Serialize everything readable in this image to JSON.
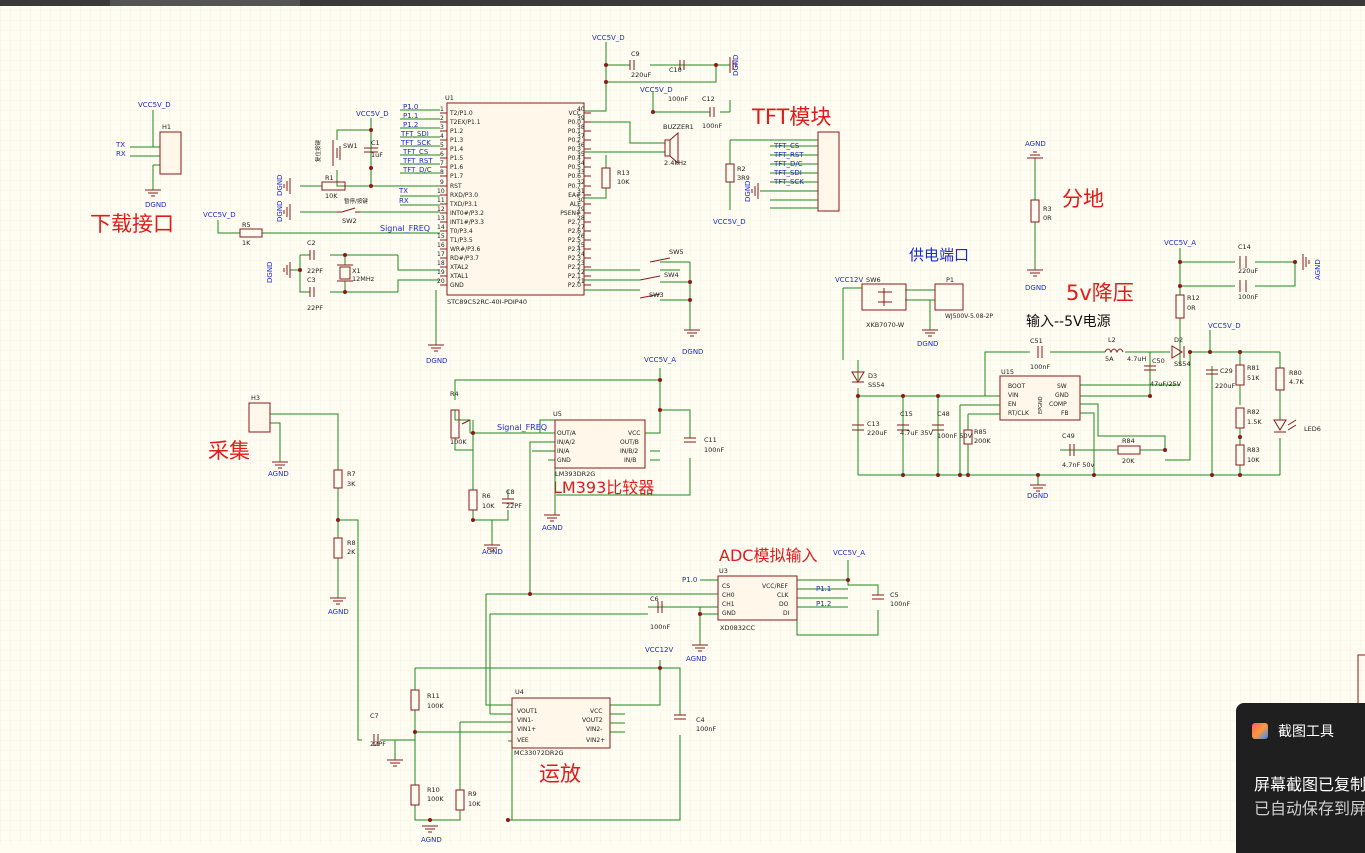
{
  "window": {
    "title": ""
  },
  "title_labels": {
    "download": "下载接口",
    "tft": "TFT模块",
    "ground": "分地",
    "power_port": "供电端口",
    "buck": "5v降压",
    "input": "输入--5V电源",
    "acquire": "采集",
    "lm393": "LM393比较器",
    "adc": "ADC模拟输入",
    "opamp": "运放"
  },
  "nets": {
    "vcc5d": "VCC5V_D",
    "vcc5a": "VCC5V_A",
    "vcc12": "VCC12V",
    "dgnd": "DGND",
    "agnd": "AGND",
    "tx": "TX",
    "rx": "RX",
    "signal_freq": "Signal_FREQ",
    "p10": "P1.0",
    "p11": "P1.1",
    "p12": "P1.2",
    "tft_sdi": "TFT_SDI",
    "tft_sck": "TFT_SCK",
    "tft_cs": "TFT_CS",
    "tft_rst": "TFT_RST",
    "tft_dc": "TFT_D/C"
  },
  "mcu": {
    "ref": "U1",
    "part": "STC89C52RC-40I-PDIP40",
    "left_pins": [
      "T2/P1.0",
      "T2EX/P1.1",
      "P1.2",
      "P1.3",
      "P1.4",
      "P1.5",
      "P1.6",
      "P1.7",
      "RST",
      "RXD/P3.0",
      "TXD/P3.1",
      "INT0#/P3.2",
      "INT1#/P3.3",
      "T0/P3.4",
      "T1/P3.5",
      "WR#/P3.6",
      "RD#/P3.7",
      "XTAL2",
      "XTAL1",
      "GND"
    ],
    "left_nums": [
      "1",
      "2",
      "3",
      "4",
      "5",
      "6",
      "7",
      "8",
      "9",
      "10",
      "11",
      "12",
      "13",
      "14",
      "15",
      "16",
      "17",
      "18",
      "19",
      "20"
    ],
    "right_pins": [
      "VCC",
      "P0.0",
      "P0.1",
      "P0.2",
      "P0.3",
      "P0.4",
      "P0.5",
      "P0.6",
      "P0.7",
      "EA#",
      "ALE",
      "PSEN#",
      "P2.7",
      "P2.6",
      "P2.5",
      "P2.4",
      "P2.3",
      "P2.2",
      "P2.1",
      "P2.0"
    ],
    "right_nums": [
      "40",
      "39",
      "38",
      "37",
      "36",
      "35",
      "34",
      "33",
      "32",
      "31",
      "30",
      "29",
      "28",
      "27",
      "26",
      "25",
      "24",
      "23",
      "22",
      "21"
    ]
  },
  "parts": {
    "h1": "H1",
    "h3": "H3",
    "sw1": "SW1",
    "sw1_label": "复位按键",
    "sw2": "SW2",
    "sw2_label": "暂停/按键",
    "c1": "C1",
    "c1v": "1uF",
    "r1": "R1",
    "r1v": "10K",
    "r5": "R5",
    "r5v": "1K",
    "c2": "C2",
    "c2v": "22PF",
    "c3": "C3",
    "c3v": "22PF",
    "x1": "X1",
    "x1v": "12MHz",
    "c9": "C9",
    "c9v": "220uF",
    "c10": "C10",
    "c10v": "100nF",
    "c12": "C12",
    "c12v": "100nF",
    "buzzer": "BUZZER1",
    "buzzer_v": "2.4kHz",
    "r13": "R13",
    "r13v": "10K",
    "sw3": "SW3",
    "sw4": "SW4",
    "sw5": "SW5",
    "r2": "R2",
    "r2v": "3R9",
    "r3": "R3",
    "r3v": "0R",
    "sw6": "SW6",
    "sw6v": "XKB7070-W",
    "p1": "P1",
    "p1v": "WJ500V-5.08-2P",
    "d3": "D3",
    "d3v": "SS54",
    "c13": "C13",
    "c13v": "220uF",
    "c15": "C15",
    "c15v": "4.7uF 35V",
    "c48": "C48",
    "c48v": "100nF 50V",
    "r85": "R85",
    "r85v": "200K",
    "u15": "U15",
    "c51": "C51",
    "c51v": "100nF",
    "l2": "L2",
    "l2a": "5A",
    "l2v": "4.7uH",
    "c50": "C50",
    "c50v": "47uF/25V",
    "d2": "D2",
    "d2v": "SS54",
    "c29": "C29",
    "c29v": "220uF",
    "r81": "R81",
    "r81v": "51K",
    "r82": "R82",
    "r82v": "1.5K",
    "r83": "R83",
    "r83v": "10K",
    "r80": "R80",
    "r80v": "4.7K",
    "led6": "LED6",
    "c49": "C49",
    "c49v": "4.7nF 50v",
    "r84": "R84",
    "r84v": "20K",
    "c14": "C14",
    "c14v": "220uF",
    "c14b": "100nF",
    "r12": "R12",
    "r12v": "0R",
    "r4": "R4",
    "r4v": "100K",
    "u5": "U5",
    "u5v": "LM393DR2G",
    "r6": "R6",
    "r6v": "10K",
    "c8": "C8",
    "c8v": "22PF",
    "c11": "C11",
    "c11v": "100nF",
    "r7": "R7",
    "r7v": "3K",
    "r8": "R8",
    "r8v": "2K",
    "u3": "U3",
    "u3v": "XD0832CC",
    "c6": "C6",
    "c6v": "100nF",
    "c5": "C5",
    "c5v": "100nF",
    "u4": "U4",
    "u4v": "MC33072DR2G",
    "c4": "C4",
    "c4v": "100nF",
    "c7": "C7",
    "c7v": "22PF",
    "r11": "R11",
    "r11v": "100K",
    "r10": "R10",
    "r10v": "100K",
    "r9": "R9",
    "r9v": "10K",
    "u15_left": [
      "BOOT",
      "VIN",
      "EN",
      "RT/CLK"
    ],
    "u15_right": [
      "SW",
      "GND",
      "COMP",
      "FB"
    ],
    "u15_mid": "EPGND",
    "u5_left": [
      "OUT/A",
      "IN/A/2",
      "IN/A",
      "GND"
    ],
    "u5_right": [
      "VCC",
      "OUT/B",
      "IN/B/2",
      "IN/B"
    ],
    "u3_left": [
      "CS",
      "CH0",
      "CH1",
      "GND"
    ],
    "u3_right": [
      "VCC/REF",
      "CLK",
      "DO",
      "DI"
    ],
    "u4_left": [
      "VOUT1",
      "VIN1-",
      "VIN1+",
      "VEE"
    ],
    "u4_right": [
      "VCC",
      "VOUT2",
      "VIN2-",
      "VIN2+"
    ],
    "tft_pins": [
      "TFT_CS",
      "TFT_RST",
      "TFT_D/C",
      "TFT_SDI",
      "TFT_SCK"
    ]
  },
  "notification": {
    "app": "截图工具",
    "line1": "屏幕截图已复制",
    "line2": "已自动保存到屏"
  }
}
